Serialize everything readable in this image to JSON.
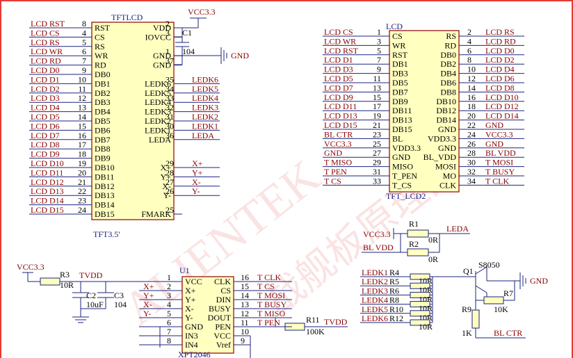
{
  "colors": {
    "wire": "#1a237e",
    "net_label": "#8b0000",
    "body_fill": "#ffffc0",
    "body_stroke": "#8b0000",
    "border": "#e53935",
    "text": "#000000",
    "watermark": "#e46b6b"
  },
  "watermark": {
    "latin": "ALIENTEK",
    "cjk": "战舰板原理图"
  },
  "u_tftlcd": {
    "ref": "TFTLCD",
    "name": "TFT3.5'",
    "pins": [
      {
        "net": "LCD_RST",
        "num": "8",
        "pin": "RST"
      },
      {
        "net": "LCD_CS",
        "num": "4",
        "pin": "CS"
      },
      {
        "net": "LCD_RS",
        "num": "5",
        "pin": "RS"
      },
      {
        "net": "LCD_WR",
        "num": "6",
        "pin": "WR"
      },
      {
        "net": "LCD_RD",
        "num": "7",
        "pin": "RD"
      },
      {
        "net": "LCD_D0",
        "num": "9",
        "pin": "DB0"
      },
      {
        "net": "LCD_D1",
        "num": "10",
        "pin": "DB1"
      },
      {
        "net": "LCD_D2",
        "num": "11",
        "pin": "DB2"
      },
      {
        "net": "LCD_D3",
        "num": "12",
        "pin": "DB3"
      },
      {
        "net": "LCD_D4",
        "num": "13",
        "pin": "DB4"
      },
      {
        "net": "LCD_D5",
        "num": "14",
        "pin": "DB5"
      },
      {
        "net": "LCD_D6",
        "num": "15",
        "pin": "DB6"
      },
      {
        "net": "LCD_D7",
        "num": "16",
        "pin": "DB7"
      },
      {
        "net": "LCD_D8",
        "num": "17",
        "pin": "DB8"
      },
      {
        "net": "LCD_D9",
        "num": "18",
        "pin": "DB9"
      },
      {
        "net": "LCD_D10",
        "num": "19",
        "pin": "DB10"
      },
      {
        "net": "LCD_D11",
        "num": "20",
        "pin": "DB11"
      },
      {
        "net": "LCD_D12",
        "num": "21",
        "pin": "DB12"
      },
      {
        "net": "LCD_D13",
        "num": "22",
        "pin": "DB13"
      },
      {
        "net": "LCD_D14",
        "num": "23",
        "pin": "DB14"
      },
      {
        "net": "LCD_D15",
        "num": "24",
        "pin": "DB15"
      }
    ],
    "right": [
      {
        "pin": "VDD",
        "num": "2",
        "net": ""
      },
      {
        "pin": "IOVCC",
        "num": "3",
        "net": ""
      },
      {
        "pin": "",
        "num": "",
        "net": ""
      },
      {
        "pin": "GND",
        "num": "1",
        "net": ""
      },
      {
        "pin": "GND",
        "num": "37",
        "net": ""
      },
      {
        "pin": "",
        "num": "",
        "net": ""
      },
      {
        "pin": "LEDK6",
        "num": "35",
        "net": "LEDK6"
      },
      {
        "pin": "LEDK5",
        "num": "34",
        "net": "LEDK5"
      },
      {
        "pin": "LEDK4",
        "num": "33",
        "net": "LEDK4"
      },
      {
        "pin": "LEDK3",
        "num": "32",
        "net": "LEDK3"
      },
      {
        "pin": "LEDK2",
        "num": "31",
        "net": "LEDK2"
      },
      {
        "pin": "LEDK1",
        "num": "30",
        "net": "LEDK1"
      },
      {
        "pin": "LEDA",
        "num": "36",
        "net": "LEDA"
      },
      {
        "pin": "",
        "num": "",
        "net": ""
      },
      {
        "pin": "",
        "num": "",
        "net": ""
      },
      {
        "pin": "X+",
        "num": "29",
        "net": "X+"
      },
      {
        "pin": "Y+",
        "num": "28",
        "net": "Y+"
      },
      {
        "pin": "X-",
        "num": "27",
        "net": "X-"
      },
      {
        "pin": "Y-",
        "num": "26",
        "net": "Y-"
      },
      {
        "pin": "",
        "num": "",
        "net": ""
      },
      {
        "pin": "FMARK",
        "num": "25",
        "net": ""
      }
    ]
  },
  "power": {
    "vcc33_a": "VCC3.3",
    "c1": "C1",
    "c1_value": "104",
    "gnd_a": "GND"
  },
  "u_lcd": {
    "ref": "LCD",
    "name": "TFT_LCD2",
    "left": [
      {
        "net": "LCD_CS",
        "num": "1",
        "pin": "CS"
      },
      {
        "net": "LCD_WR",
        "num": "3",
        "pin": "WR"
      },
      {
        "net": "LCD_RST",
        "num": "5",
        "pin": "RST"
      },
      {
        "net": "LCD_D1",
        "num": "7",
        "pin": "DB1"
      },
      {
        "net": "LCD_D3",
        "num": "9",
        "pin": "DB3"
      },
      {
        "net": "LCD_D5",
        "num": "11",
        "pin": "DB5"
      },
      {
        "net": "LCD_D7",
        "num": "13",
        "pin": "DB7"
      },
      {
        "net": "LCD_D9",
        "num": "15",
        "pin": "DB9"
      },
      {
        "net": "LCD_D11",
        "num": "17",
        "pin": "DB11"
      },
      {
        "net": "LCD_D13",
        "num": "19",
        "pin": "DB13"
      },
      {
        "net": "LCD_D15",
        "num": "21",
        "pin": "DB15"
      },
      {
        "net": "BL_CTR",
        "num": "23",
        "pin": "BL"
      },
      {
        "net": "VCC3.3",
        "num": "25",
        "pin": "VDD3.3"
      },
      {
        "net": "GND",
        "num": "27",
        "pin": "GND"
      },
      {
        "net": "T_MISO",
        "num": "29",
        "pin": "MISO"
      },
      {
        "net": "T_PEN",
        "num": "31",
        "pin": "T_PEN"
      },
      {
        "net": "T_CS",
        "num": "33",
        "pin": "T_CS"
      }
    ],
    "right": [
      {
        "pin": "RS",
        "num": "2",
        "net": "LCD_RS"
      },
      {
        "pin": "RD",
        "num": "4",
        "net": "LCD_RD"
      },
      {
        "pin": "DB0",
        "num": "6",
        "net": "LCD_D0"
      },
      {
        "pin": "DB2",
        "num": "8",
        "net": "LCD_D2"
      },
      {
        "pin": "DB4",
        "num": "10",
        "net": "LCD_D4"
      },
      {
        "pin": "DB6",
        "num": "12",
        "net": "LCD_D6"
      },
      {
        "pin": "DB8",
        "num": "14",
        "net": "LCD_D8"
      },
      {
        "pin": "DB10",
        "num": "16",
        "net": "LCD_D10"
      },
      {
        "pin": "DB12",
        "num": "18",
        "net": "LCD_D12"
      },
      {
        "pin": "DB14",
        "num": "20",
        "net": "LCD_D14"
      },
      {
        "pin": "GND",
        "num": "22",
        "net": "GND"
      },
      {
        "pin": "VDD3.3",
        "num": "24",
        "net": "VCC3.3"
      },
      {
        "pin": "GND",
        "num": "26",
        "net": "GND"
      },
      {
        "pin": "BL_VDD",
        "num": "28",
        "net": "BL_VDD"
      },
      {
        "pin": "MOSI",
        "num": "30",
        "net": "T_MOSI"
      },
      {
        "pin": "MO",
        "num": "32",
        "net": "T_BUSY"
      },
      {
        "pin": "CLK",
        "num": "34",
        "net": "T_CLK"
      }
    ]
  },
  "backlight": {
    "vcc33": "VCC3.3",
    "r1": "R1",
    "r1_value": "0R",
    "r2": "R2",
    "r2_value": "0R",
    "leda": "LEDA",
    "bl_vdd": "BL_VDD"
  },
  "touch": {
    "ref": "U1",
    "name": "XPT2046",
    "vcc33": "VCC3.3",
    "r3": "R3",
    "r3_value": "10R",
    "tvdd": "TVDD",
    "c2": "C2",
    "c2_value": "10uF",
    "c3": "C3",
    "c3_value": "104",
    "r11": "R11",
    "r11_value": "100K",
    "r11_net": "TVDD",
    "left": [
      {
        "net": "",
        "num": "1",
        "pin": "VCC"
      },
      {
        "net": "X+",
        "num": "2",
        "pin": "X+"
      },
      {
        "net": "Y+",
        "num": "3",
        "pin": "Y+"
      },
      {
        "net": "X-",
        "num": "4",
        "pin": "X-"
      },
      {
        "net": "Y-",
        "num": "5",
        "pin": "Y-"
      },
      {
        "net": "",
        "num": "6",
        "pin": "GND"
      },
      {
        "net": "",
        "num": "7",
        "pin": "IN3"
      },
      {
        "net": "",
        "num": "8",
        "pin": "IN4"
      }
    ],
    "right": [
      {
        "pin": "CLK",
        "num": "16",
        "net": "T_CLK"
      },
      {
        "pin": "CS",
        "num": "15",
        "net": "T_CS"
      },
      {
        "pin": "DIN",
        "num": "14",
        "net": "T_MOSI"
      },
      {
        "pin": "BUSY",
        "num": "13",
        "net": "T_BUSY"
      },
      {
        "pin": "DOUT",
        "num": "12",
        "net": "T_MISO"
      },
      {
        "pin": "PEN",
        "num": "11",
        "net": "T_PEN"
      },
      {
        "pin": "VCC",
        "num": "10",
        "net": ""
      },
      {
        "pin": "Vref",
        "num": "9",
        "net": ""
      }
    ]
  },
  "led_driver": {
    "rows": [
      {
        "net": "LEDK1",
        "ref": "R4",
        "value": "10R"
      },
      {
        "net": "LEDK2",
        "ref": "R5",
        "value": "10R"
      },
      {
        "net": "LEDK3",
        "ref": "R6",
        "value": "10R"
      },
      {
        "net": "LEDK4",
        "ref": "R8",
        "value": "10R"
      },
      {
        "net": "LEDK5",
        "ref": "R10",
        "value": "10R"
      },
      {
        "net": "LEDK6",
        "ref": "R12",
        "value": "10R"
      }
    ],
    "q1": "Q1",
    "q1_part": "S8050",
    "gnd": "GND",
    "r7": "R7",
    "r7_value": "10K",
    "r9": "R9",
    "r9_value": "1K",
    "bl_ctr": "BL_CTR"
  }
}
